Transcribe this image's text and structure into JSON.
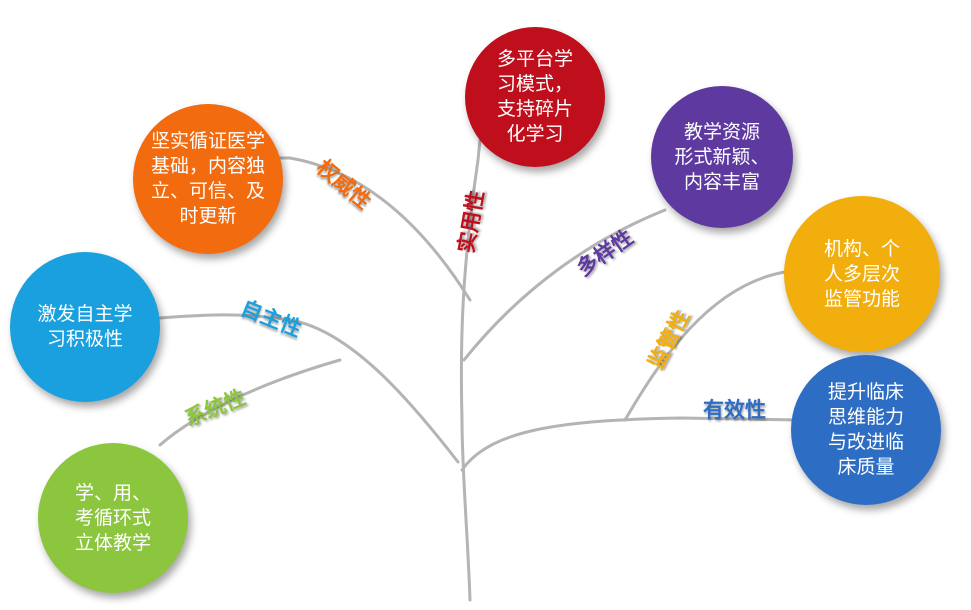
{
  "nodes": {
    "authority": {
      "text": "坚实循证医学\n基础，内容独\n立、可信、及\n时更新",
      "color": "#F26B0F"
    },
    "practical": {
      "text": "多平台学\n习模式，\n支持碎片\n化学习",
      "color": "#C00F1C"
    },
    "diversity": {
      "text": "教学资源\n形式新颖、\n内容丰富",
      "color": "#5E3AA0"
    },
    "autonomy": {
      "text": "激发自主学\n习积极性",
      "color": "#1A9FDF"
    },
    "supervision": {
      "text": "机构、个\n人多层次\n监管功能",
      "color": "#F2AE0D"
    },
    "systematic": {
      "text": "学、用、\n考循环式\n立体教学",
      "color": "#8CC63F"
    },
    "effective": {
      "text": "提升临床\n思维能力\n与改进临\n床质量",
      "color": "#2E6DC4"
    }
  },
  "labels": {
    "authority": {
      "text": "权威性",
      "color": "#F26B0F"
    },
    "practical": {
      "text": "实用性",
      "color": "#C00F1C"
    },
    "diversity": {
      "text": "多样性",
      "color": "#5E3AA0"
    },
    "autonomy": {
      "text": "自主性",
      "color": "#1A9FDF"
    },
    "supervision": {
      "text": "监管性",
      "color": "#F2AE0D"
    },
    "systematic": {
      "text": "系统性",
      "color": "#8CC63F"
    },
    "effective": {
      "text": "有效性",
      "color": "#2E6DC4"
    }
  },
  "branch_color": "#B4B4B4"
}
